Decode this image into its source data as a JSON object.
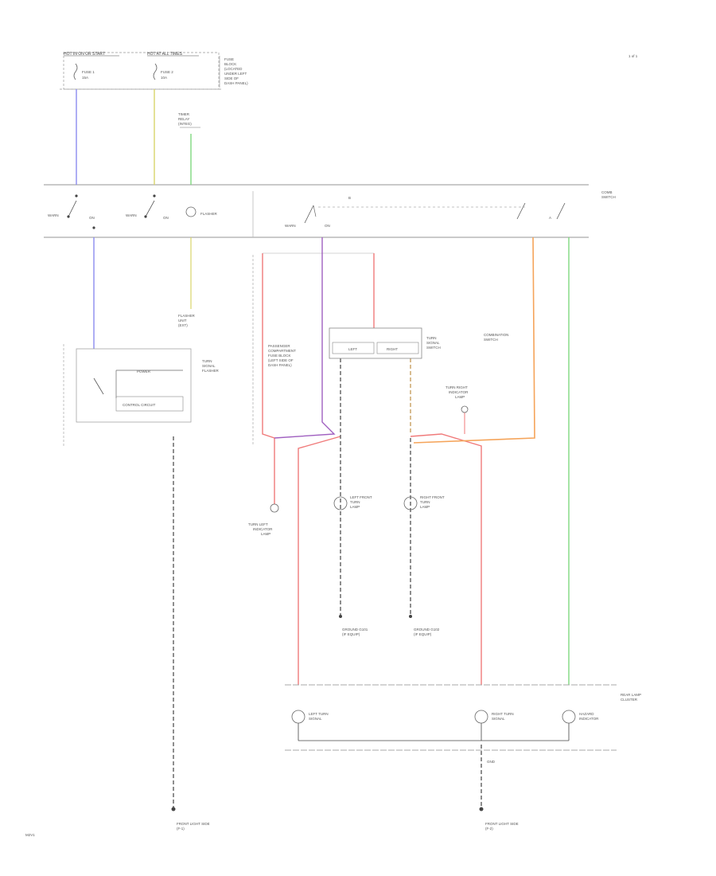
{
  "header": {
    "left_label": "HOT IN ON OR START",
    "right_label": "HOT AT ALL TIMES",
    "side_note": [
      "FUSE",
      "BLOCK",
      "(LOCATED",
      "UNDER LEFT",
      "SIDE OF",
      "DASH PANEL)"
    ],
    "fuse_a": "FUSE 1",
    "fuse_a_amp": "15A",
    "fuse_b": "FUSE 2",
    "fuse_b_amp": "10A"
  },
  "top_right_ref": "1 of 1",
  "connector": [
    "TIMER",
    "RELAY",
    "(INTEG)"
  ],
  "combination_switch": [
    "COMB",
    "SWITCH"
  ],
  "switch_labels": {
    "warn1": "WARN",
    "on1": "ON",
    "warn2": "WARN",
    "on2": "ON",
    "warn3": "WARN",
    "on3": "ON",
    "flasher": "FLASHER",
    "b": "B",
    "a": "A"
  },
  "flasher_ground": [
    "FLASHER",
    "UNIT",
    "(EXT)"
  ],
  "turn_flasher": {
    "title": [
      "TURN",
      "SIGNAL",
      "FLASHER"
    ],
    "power": "POWER",
    "control": "CONTROL CIRCUIT"
  },
  "passenger_note": [
    "PASSENGER",
    "COMPARTMENT",
    "FUSE BLOCK",
    "(LEFT SIDE OF",
    "DASH PANEL)"
  ],
  "turn_switch": {
    "left": "LEFT",
    "right": "RIGHT",
    "title": [
      "TURN",
      "SIGNAL",
      "SWITCH"
    ]
  },
  "combination_note": [
    "COMBINATION",
    "SWITCH"
  ],
  "indicator_right": [
    "TURN RIGHT",
    "INDICATOR",
    "LAMP"
  ],
  "indicator_left": [
    "TURN LEFT",
    "INDICATOR",
    "LAMP"
  ],
  "front_lamps": {
    "left": [
      "LEFT FRONT",
      "TURN",
      "LAMP"
    ],
    "right": [
      "RIGHT FRONT",
      "TURN",
      "LAMP"
    ]
  },
  "ground_notes": {
    "left": [
      "GROUND G101",
      "(IF EQUIP)"
    ],
    "right": [
      "GROUND G102",
      "(IF EQUIP)"
    ]
  },
  "rear_connector": [
    "REAR LAMP",
    "CLUSTER"
  ],
  "rear_lamps": {
    "left": [
      "LEFT TURN",
      "SIGNAL"
    ],
    "right": [
      "RIGHT TURN",
      "SIGNAL"
    ],
    "third": [
      "HAZARD",
      "INDICATOR"
    ]
  },
  "ground_label": "GND",
  "bottom_notes": {
    "left": [
      "FRONT LIGHT SIDE",
      "(F-1)"
    ],
    "right": [
      "FRONT LIGHT SIDE",
      "(F-2)"
    ]
  },
  "page_code": "M2V1",
  "wire_colors": {
    "blue": "#8c8cf0",
    "yellow": "#d8d46a",
    "green": "#7fd87f",
    "pink": "#f07a7a",
    "purple": "#a060c0",
    "orange": "#f5a45a",
    "black": "#444444"
  }
}
